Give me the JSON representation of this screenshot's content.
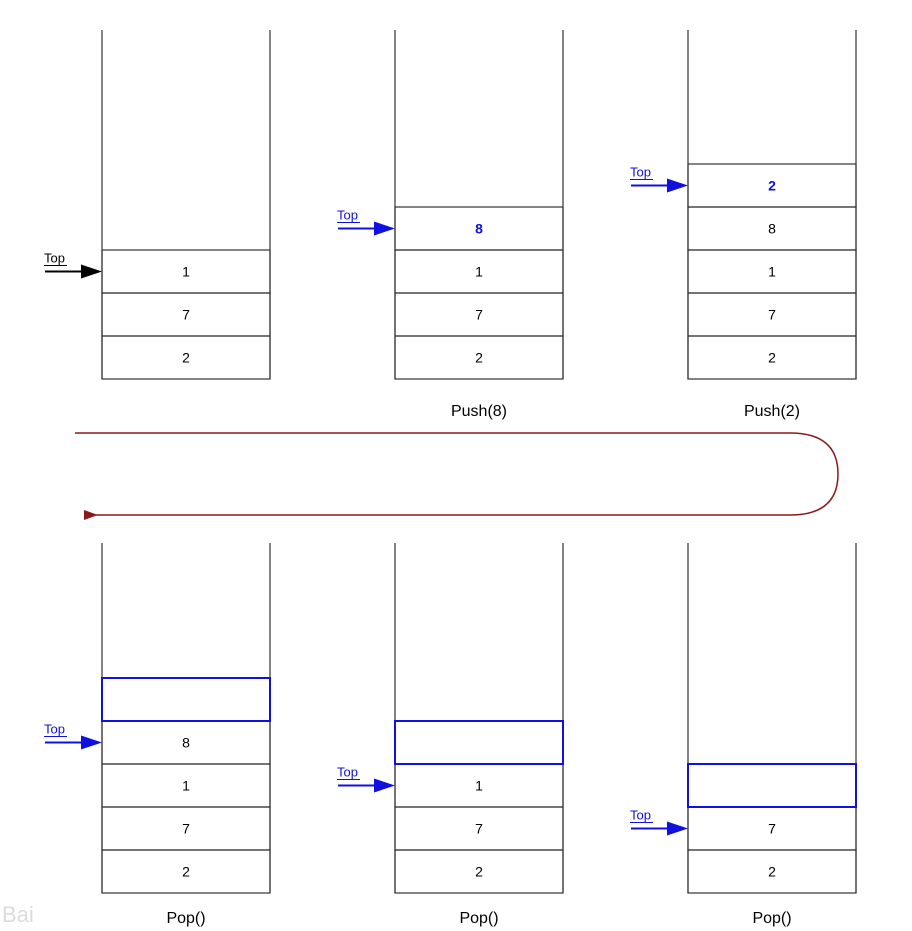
{
  "colors": {
    "line": "#333333",
    "blue": "#1010e0",
    "black": "#000000",
    "loop_arrow": "#8b1a1a"
  },
  "pointer_label": "Top",
  "watermark_text": "Bai",
  "stacks": [
    {
      "caption": "",
      "cells": [
        "2",
        "7",
        "1"
      ],
      "top_index": 2,
      "highlight_index": null,
      "bold_index": null,
      "pointer_color": "black"
    },
    {
      "caption": "Push(8)",
      "cells": [
        "2",
        "7",
        "1",
        "8"
      ],
      "top_index": 3,
      "highlight_index": null,
      "bold_index": 3,
      "pointer_color": "blue"
    },
    {
      "caption": "Push(2)",
      "cells": [
        "2",
        "7",
        "1",
        "8",
        "2"
      ],
      "top_index": 4,
      "highlight_index": null,
      "bold_index": 4,
      "pointer_color": "blue"
    },
    {
      "caption": "Pop()",
      "cells": [
        "2",
        "7",
        "1",
        "8",
        ""
      ],
      "top_index": 3,
      "highlight_index": 4,
      "bold_index": null,
      "pointer_color": "blue"
    },
    {
      "caption": "Pop()",
      "cells": [
        "2",
        "7",
        "1",
        ""
      ],
      "top_index": 2,
      "highlight_index": 3,
      "bold_index": null,
      "pointer_color": "blue"
    },
    {
      "caption": "Pop()",
      "cells": [
        "2",
        "7",
        ""
      ],
      "top_index": 1,
      "highlight_index": 2,
      "bold_index": null,
      "pointer_color": "blue"
    }
  ]
}
